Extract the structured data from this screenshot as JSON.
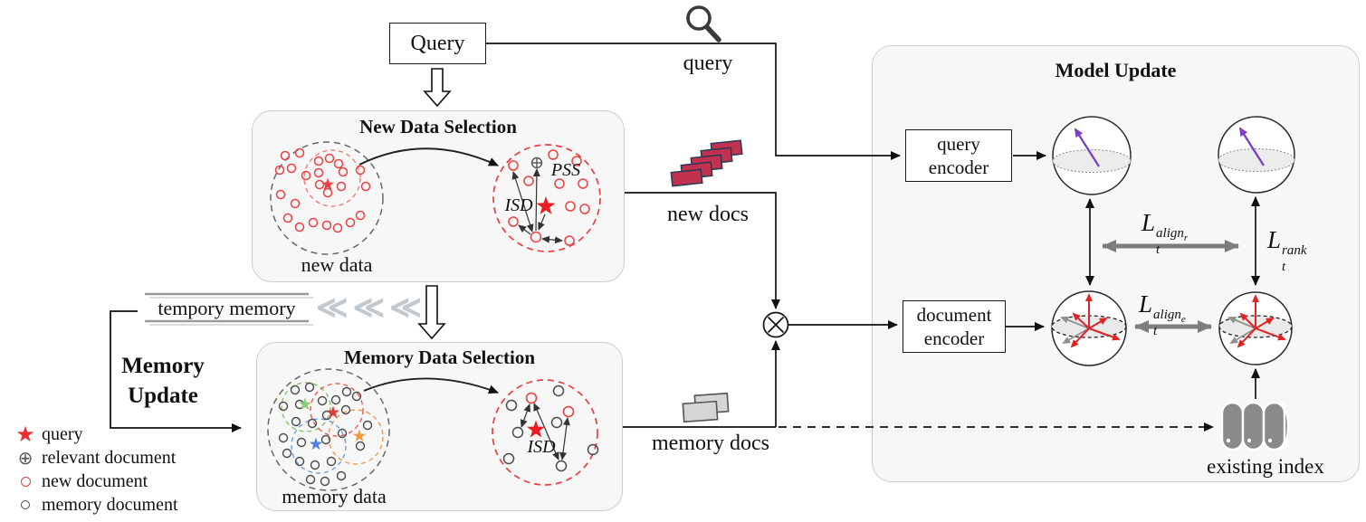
{
  "top": {
    "query_box_label": "Query",
    "query_line_label": "query"
  },
  "new_data_panel": {
    "title": "New Data Selection",
    "pss_label": "PSS",
    "isd_label": "ISD",
    "cluster_label": "new data"
  },
  "memory_panel": {
    "title": "Memory Data Selection",
    "isd_label": "ISD",
    "cluster_label": "memory data"
  },
  "model_panel": {
    "title": "Model Update",
    "query_encoder_label": "query encoder",
    "document_encoder_label": "document encoder",
    "existing_index_label": "existing index"
  },
  "flow": {
    "new_docs_label": "new docs",
    "memory_docs_label": "memory docs",
    "tempory_memory_label": "tempory memory",
    "memory_update_line1": "Memory",
    "memory_update_line2": "Update",
    "chevrons": "≪≪≪"
  },
  "losses": {
    "align_r": {
      "base": "L",
      "sub": "t",
      "sup": "align",
      "sup_sub": "r"
    },
    "rank": {
      "base": "L",
      "sub": "t",
      "sup": "rank",
      "sup_sub": ""
    },
    "align_e": {
      "base": "L",
      "sub": "t",
      "sup": "align",
      "sup_sub": "e"
    }
  },
  "legend": {
    "items": [
      {
        "icon": "query-star-icon",
        "label": "query"
      },
      {
        "icon": "relevant-document-icon",
        "label": "relevant document"
      },
      {
        "icon": "new-document-icon",
        "label": "new document"
      },
      {
        "icon": "memory-document-icon",
        "label": "memory document"
      }
    ]
  },
  "colors": {
    "query_red": "#ed1c24",
    "new_doc_red": "#e84040",
    "memory_doc_gray": "#4a4a4a",
    "panel_fill": "#f7f7f7",
    "panel_border": "#cdcdcd",
    "purple_vector": "#7e3dc2",
    "loss_arrow_gray": "#7d7d7d",
    "doc_stack_red": "#c2314e",
    "database_gray": "#8a8a8a",
    "cluster_green": "#86c06c",
    "cluster_blue": "#6d9ee8",
    "cluster_orange": "#f29a4b"
  }
}
